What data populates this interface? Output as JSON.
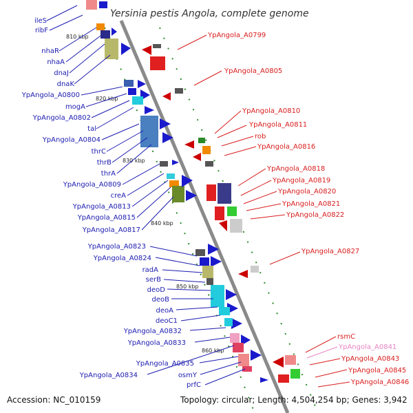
{
  "title": "Yersinia pestis Angola, complete genome",
  "footer": {
    "accession": "Accession: NC_010159",
    "topology": "Topology: circular; Length: 4,504,254 bp; Genes: 3,942"
  },
  "kbp_ticks": [
    "810 kbp",
    "820 kbp",
    "830 kbp",
    "840 kbp",
    "850 kbp",
    "860 kbp"
  ],
  "left_genes": [
    "ileS",
    "ribF",
    "nhaR",
    "nhaA",
    "dnaJ",
    "dnaK",
    "YpAngola_A0800",
    "mogA",
    "YpAngola_A0802",
    "tal",
    "YpAngola_A0804",
    "thrC",
    "thrB",
    "thrA",
    "YpAngola_A0809",
    "creA",
    "YpAngola_A0813",
    "YpAngola_A0815",
    "YpAngola_A0817",
    "YpAngola_A0823",
    "YpAngola_A0824",
    "radA",
    "serB",
    "deoD",
    "deoB",
    "deoA",
    "deoC1",
    "YpAngola_A0832",
    "YpAngola_A0833",
    "YpAngola_A0835",
    "YpAngola_A0834",
    "osmY",
    "prfC"
  ],
  "right_genes": [
    "YpAngola_A0799",
    "YpAngola_A0805",
    "YpAngola_A0810",
    "YpAngola_A0811",
    "rob",
    "YpAngola_A0816",
    "YpAngola_A0818",
    "YpAngola_A0819",
    "YpAngola_A0820",
    "YpAngola_A0821",
    "YpAngola_A0822",
    "YpAngola_A0827",
    "rsmC",
    "YpAngola_A0841",
    "YpAngola_A0843",
    "YpAngola_A0845",
    "YpAngola_A0846"
  ],
  "colors": {
    "left_label": "#1b1bb0",
    "right_label": "#d91c1c",
    "pseudo_label": "#e884c4",
    "backbone": "#8a8a8a"
  }
}
